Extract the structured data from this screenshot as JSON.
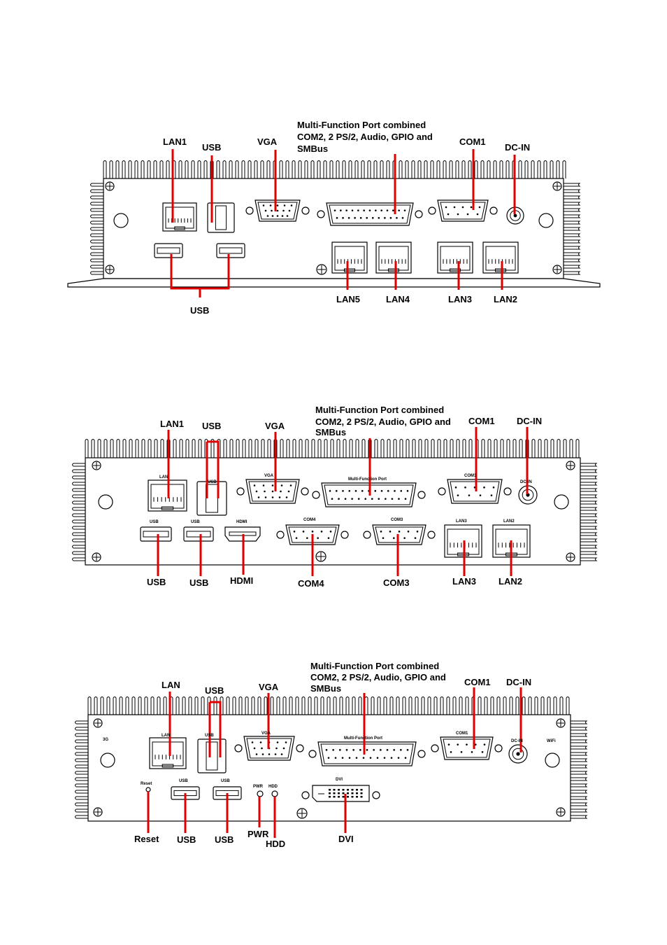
{
  "colors": {
    "callout": "#e00000",
    "line": "#000000"
  },
  "panel1": {
    "mfp_label": [
      "Multi-Function Port combined",
      "COM2, 2 PS/2, Audio, GPIO and",
      "SMBus"
    ],
    "top_labels": {
      "lan1": "LAN1",
      "usb": "USB",
      "vga": "VGA",
      "com1": "COM1",
      "dcin": "DC-IN"
    },
    "bottom_labels": {
      "usb": "USB",
      "lan5": "LAN5",
      "lan4": "LAN4",
      "lan3": "LAN3",
      "lan2": "LAN2"
    }
  },
  "panel2": {
    "mfp_label": [
      "Multi-Function Port combined",
      "COM2, 2 PS/2, Audio, GPIO and",
      "SMBus"
    ],
    "top_labels": {
      "lan1": "LAN1",
      "usb": "USB",
      "vga": "VGA",
      "com1": "COM1",
      "dcin": "DC-IN"
    },
    "port_text": {
      "lan": "LAN",
      "usb1": "USB",
      "usb2": "USB",
      "vga": "VGA",
      "mfp": "Multi-Function Port",
      "com1": "COM1",
      "dcin": "DC-IN",
      "hdmi": "HDMI",
      "com4": "COM4",
      "com3": "COM3",
      "lan3": "LAN3",
      "lan2": "LAN2"
    },
    "bottom_labels": {
      "usb1": "USB",
      "usb2": "USB",
      "hdmi": "HDMI",
      "com4": "COM4",
      "com3": "COM3",
      "lan3": "LAN3",
      "lan2": "LAN2"
    }
  },
  "panel3": {
    "mfp_label": [
      "Multi-Function Port combined",
      "COM2, 2 PS/2, Audio, GPIO and",
      "SMBus"
    ],
    "top_labels": {
      "lan": "LAN",
      "usb": "USB",
      "vga": "VGA",
      "com1": "COM1",
      "dcin": "DC-IN"
    },
    "port_text": {
      "3g": "3G",
      "lan": "LAN",
      "usb": "USB",
      "vga": "VGA",
      "mfp": "Multi-Function Port",
      "com1": "COM1",
      "dcin": "DC-IN",
      "wifi": "WiFi",
      "reset": "Reset",
      "usb1": "USB",
      "usb2": "USB",
      "pwr": "PWR",
      "hdd": "HDD",
      "dvi": "DVI"
    },
    "bottom_labels": {
      "reset": "Reset",
      "usb1": "USB",
      "usb2": "USB",
      "pwr": "PWR",
      "hdd": "HDD",
      "dvi": "DVI"
    }
  }
}
